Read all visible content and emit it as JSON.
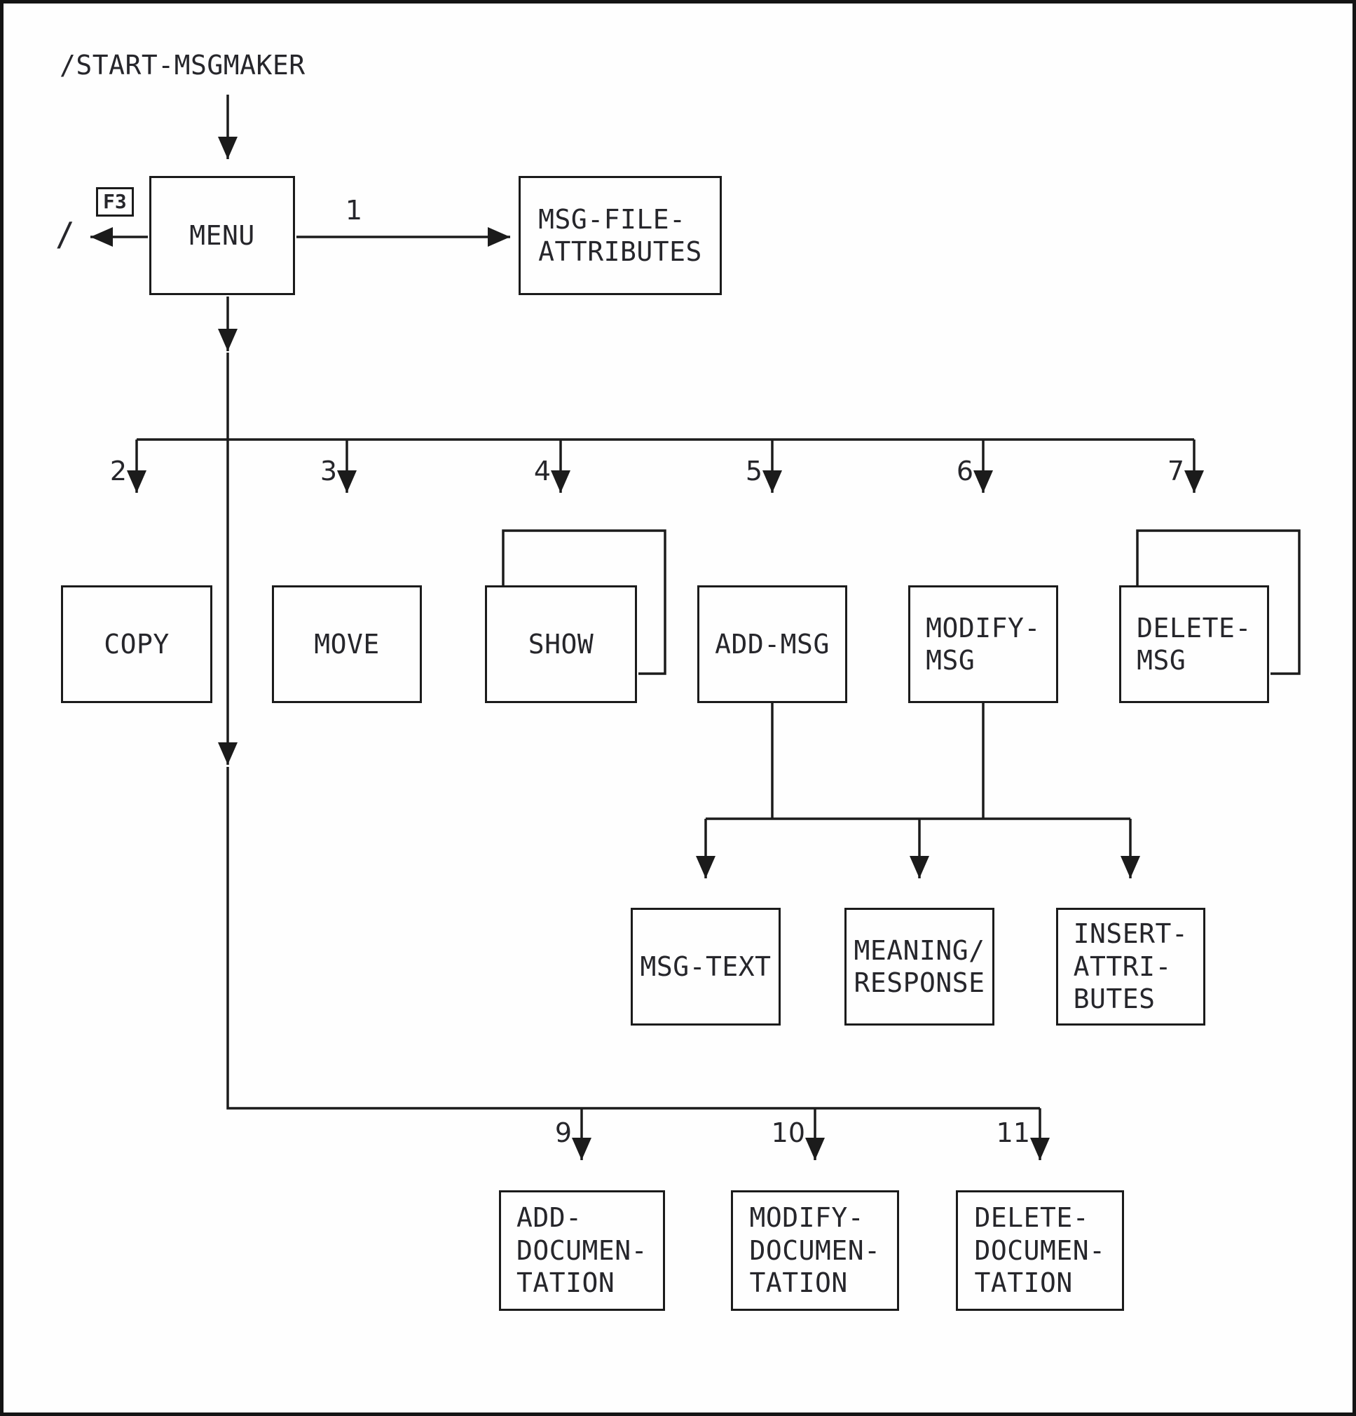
{
  "diagram": {
    "start_command": "/START-MSGMAKER",
    "f3_key": "F3",
    "exit_symbol": "/",
    "nodes": {
      "menu": "MENU",
      "msg_file_attributes": "MSG-FILE-\nATTRIBUTES",
      "copy": "COPY",
      "move": "MOVE",
      "show": "SHOW",
      "add_msg": "ADD-MSG",
      "modify_msg": "MODIFY-\nMSG",
      "delete_msg": "DELETE-\nMSG",
      "msg_text": "MSG-TEXT",
      "meaning_response": "MEANING/\nRESPONSE",
      "insert_attributes": "INSERT-\nATTRI-\nBUTES",
      "add_documentation": "ADD-\nDOCUMEN-\nTATION",
      "modify_documentation": "MODIFY-\nDOCUMEN-\nTATION",
      "delete_documentation": "DELETE-\nDOCUMEN-\nTATION"
    },
    "branch_numbers": {
      "n1": "1",
      "n2": "2",
      "n3": "3",
      "n4": "4",
      "n5": "5",
      "n6": "6",
      "n7": "7",
      "n9": "9",
      "n10": "10",
      "n11": "11"
    },
    "colors": {
      "background": "#ffffff",
      "line": "#1b1b1b",
      "text": "#26262b"
    }
  }
}
